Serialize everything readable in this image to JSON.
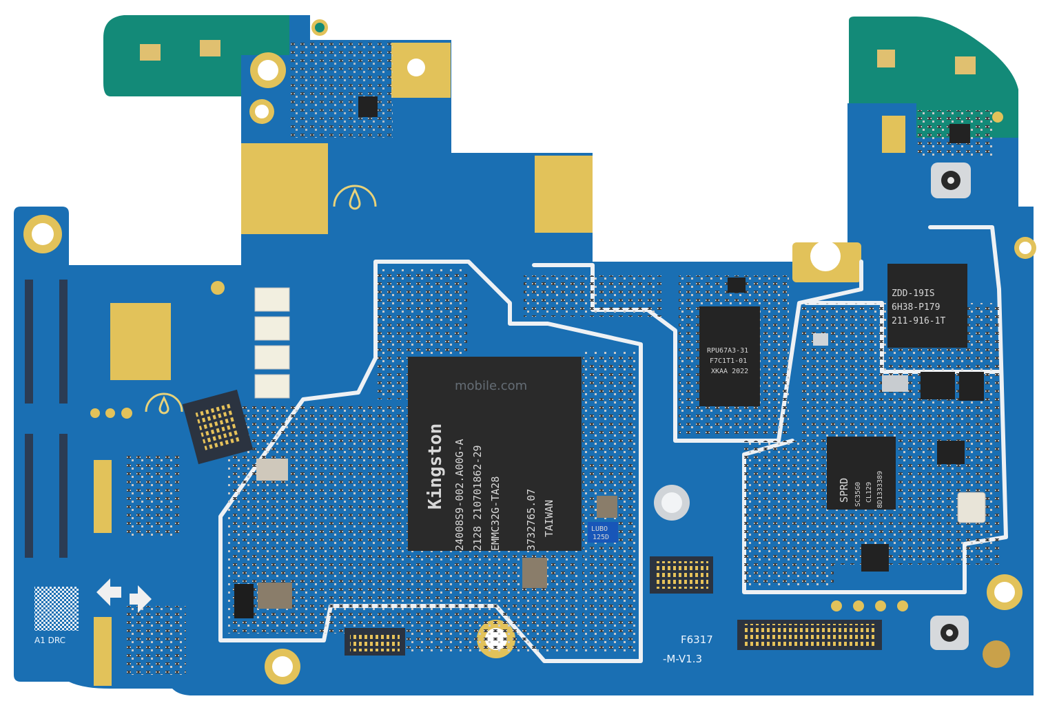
{
  "silkscreen": {
    "board_id_line1": "F6317",
    "board_id_line2": "-M-V1.3",
    "qr_label": "A1 DRC"
  },
  "chips": {
    "emmc": {
      "brand": "Kingston",
      "lines": [
        "24008S9-002.A00G-A",
        "2128   210701862-29",
        "EMMC32G-TA28",
        "3732765.07",
        "TAIWAN"
      ]
    },
    "pmic": {
      "lines": [
        "RPU67A3-31",
        "F7C1T1-01",
        "XKAA 2022"
      ]
    },
    "rf_top": {
      "lines": [
        "ZDD-19IS",
        "6H38-P179",
        "211-916-1T"
      ]
    },
    "sprd": {
      "lines": [
        "SPRD",
        "SC35G0",
        "CL129",
        "8D1333389"
      ]
    },
    "blue_label": {
      "lines": [
        "LUBO",
        "125D"
      ]
    }
  },
  "watermark": {
    "text": "mobile.com"
  },
  "colors": {
    "pcb_blue": "#1a6fb3",
    "pcb_green": "#138a78",
    "gold": "#e2c25a",
    "chip_black": "#2a2a2a",
    "trace_white": "#f2f4f6"
  }
}
